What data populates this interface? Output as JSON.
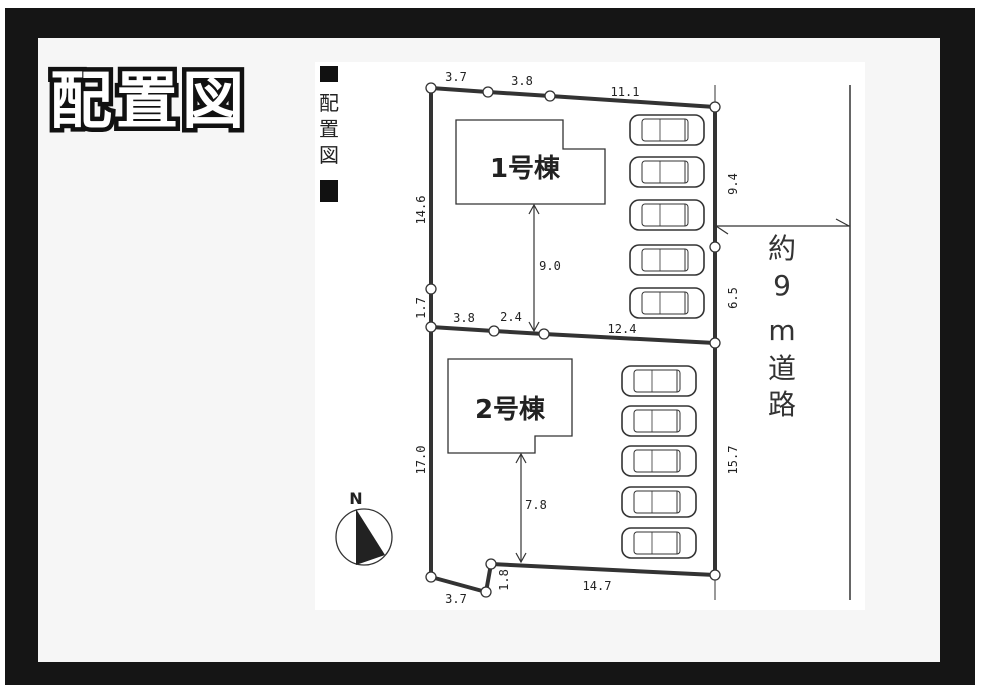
{
  "title": "配置図",
  "side_label": [
    "配",
    "置",
    "図"
  ],
  "buildings": [
    {
      "label": "1号棟"
    },
    {
      "label": "2号棟"
    }
  ],
  "dimensions": {
    "top": [
      "3.7",
      "3.8",
      "11.1"
    ],
    "left_upper": "14.6",
    "left_small": "1.7",
    "right_upper": "9.4",
    "right_middle": "6.5",
    "middle": [
      "3.8",
      "2.4",
      "12.4"
    ],
    "setback_1": "9.0",
    "left_lower": "17.0",
    "right_lower": "15.7",
    "setback_2": "7.8",
    "bottom": [
      "3.7",
      "1.8",
      "14.7"
    ]
  },
  "road": [
    "約",
    "9",
    "m",
    "道",
    "路"
  ],
  "compass": {
    "label": "N"
  },
  "parking": {
    "lot1_cars": 5,
    "lot2_cars": 5
  }
}
